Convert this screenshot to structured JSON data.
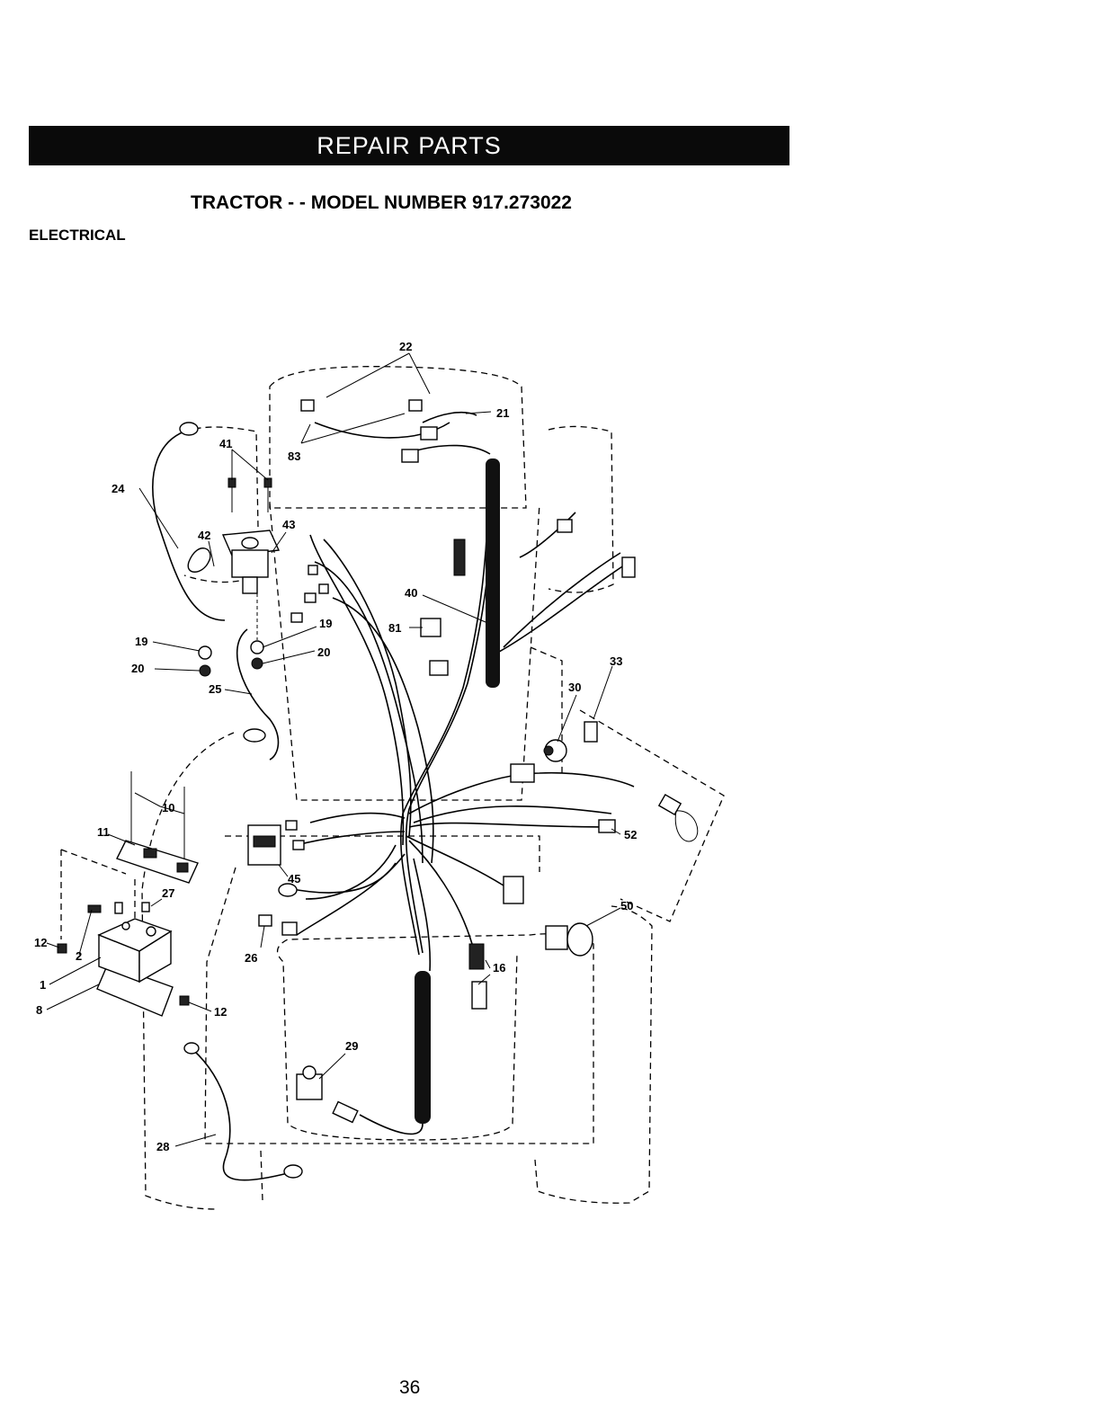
{
  "header": {
    "banner": "REPAIR PARTS"
  },
  "title": {
    "model": "TRACTOR - - MODEL NUMBER 917.273022"
  },
  "section": {
    "name": "ELECTRICAL"
  },
  "callouts": [
    "22",
    "21",
    "83",
    "41",
    "24",
    "43",
    "42",
    "40",
    "81",
    "19",
    "19",
    "20",
    "20",
    "33",
    "30",
    "25",
    "10",
    "11",
    "45",
    "52",
    "27",
    "50",
    "12",
    "2",
    "26",
    "16",
    "1",
    "8",
    "12",
    "29",
    "28"
  ],
  "footer": {
    "page": "36"
  }
}
